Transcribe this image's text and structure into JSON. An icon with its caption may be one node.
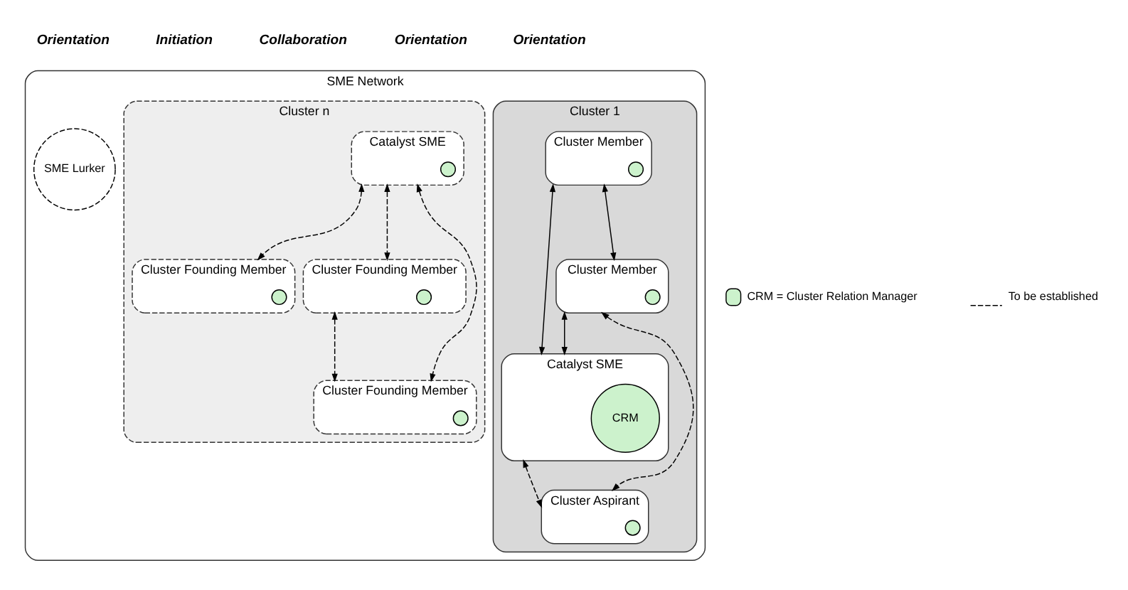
{
  "diagram": {
    "nodes": [
      {
        "text": [
          "SME Network"
        ]
      },
      {
        "text": [
          "Cluster 1"
        ],
        "in": 0
      },
      {
        "text": [
          "Cluster Member"
        ],
        "in": 1
      },
      {
        "text": [],
        "shape": "circle",
        "in": 2
      },
      {
        "text": [
          "Catalyst SME"
        ],
        "in": 1
      },
      {
        "text": [
          "CRM"
        ],
        "in": 4
      },
      {
        "text": [
          "Cluster Member"
        ],
        "in": 1
      },
      {
        "text": [],
        "shape": "circle",
        "in": 6
      },
      {
        "text": [
          "Cluster Aspirant"
        ],
        "in": 1
      },
      {
        "text": [],
        "shape": "circle",
        "in": 8
      },
      {
        "text": [
          "SME Lurker"
        ],
        "in": 0
      },
      {
        "text": [
          "Cluster n"
        ],
        "in": 0
      },
      {
        "text": [
          "Catalyst SME"
        ],
        "in": 11
      },
      {
        "text": [],
        "shape": "circle",
        "in": 12
      },
      {
        "text": [
          "Cluster Founding Member"
        ],
        "in": 11
      },
      {
        "text": [],
        "shape": "circle",
        "in": 14
      },
      {
        "text": [
          "Cluster Founding Member"
        ],
        "in": 11
      },
      {
        "text": [],
        "shape": "circle",
        "in": 16
      },
      {
        "text": [
          "Cluster Founding Member"
        ],
        "in": 11
      },
      {
        "text": [],
        "shape": "circle",
        "in": 18
      }
    ],
    "edges": [
      {
        "from": 2,
        "to": 4,
        "arrow": "both"
      },
      {
        "from": 2,
        "to": 6,
        "arrow": "both"
      },
      {
        "from": 6,
        "to": 4,
        "arrow": "both"
      },
      {
        "from": 4,
        "to": 8,
        "arrow": "both",
        "style": "dashed"
      },
      {
        "from": 6,
        "to": 8,
        "arrow": "both",
        "style": "dashed"
      },
      {
        "from": 12,
        "to": 14,
        "arrow": "both",
        "style": "dashed"
      },
      {
        "from": 12,
        "to": 16,
        "arrow": "both",
        "style": "dashed"
      },
      {
        "from": 12,
        "to": 18,
        "arrow": "both",
        "style": "dashed"
      },
      {
        "from": 16,
        "to": 18,
        "arrow": "both",
        "style": "dashed"
      }
    ],
    "labels": [
      "Orientation",
      "Initiation",
      "Collaboration",
      "Orientation",
      "Orientation"
    ],
    "legend": [
      {
        "text": "CRM = Cluster Relation Manager",
        "color": "#ccf2cc"
      },
      {
        "text": "To be established"
      }
    ]
  }
}
